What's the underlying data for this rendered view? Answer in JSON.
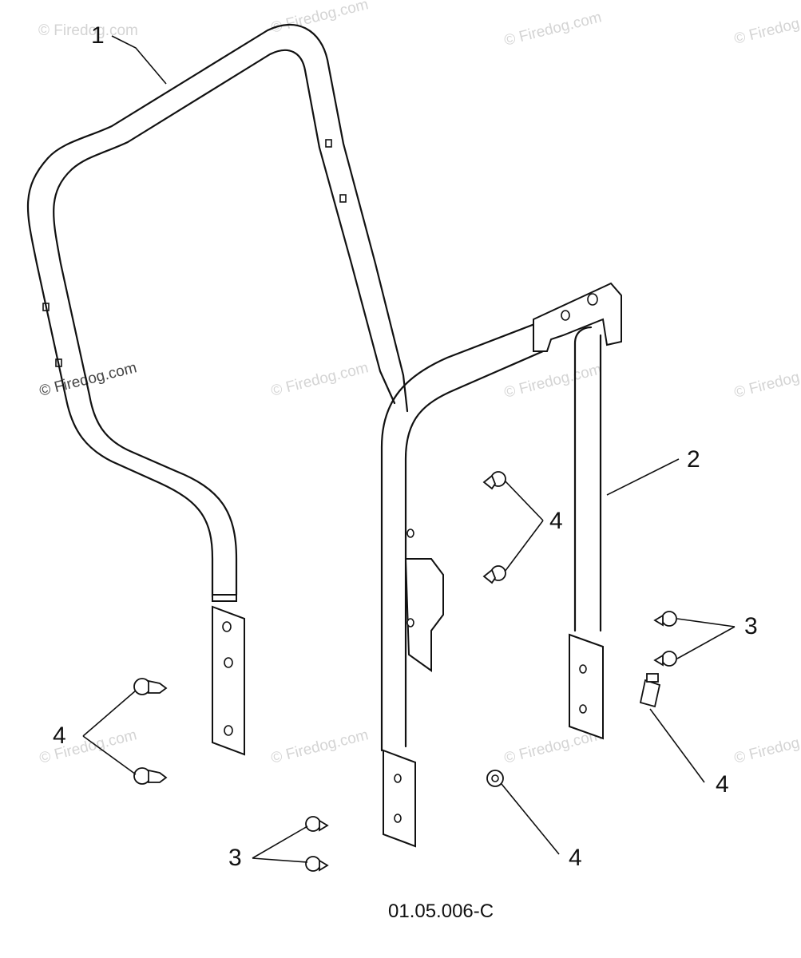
{
  "watermark": "© Firedog.com",
  "callouts": {
    "c1": "1",
    "c2": "2",
    "c3a": "3",
    "c3b": "3",
    "c4a": "4",
    "c4b": "4",
    "c4c": "4",
    "c4d": "4"
  },
  "drawing_code": "01.05.006-C"
}
